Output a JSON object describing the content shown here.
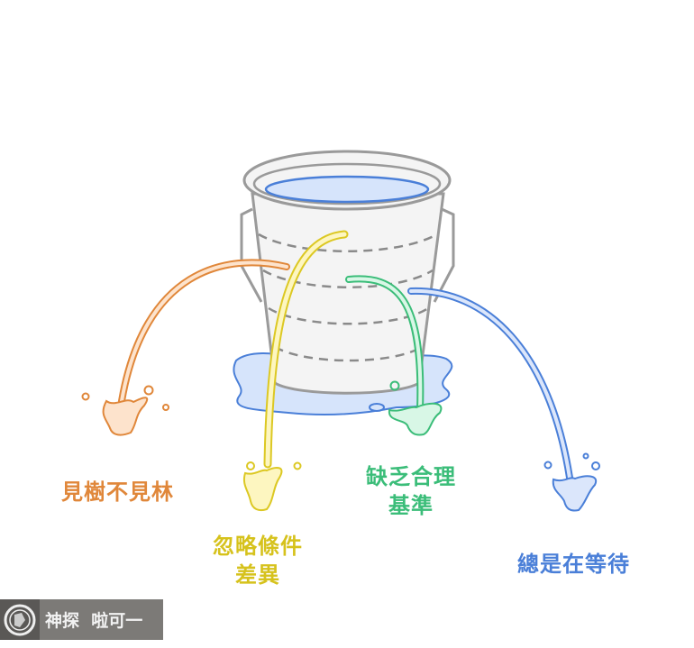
{
  "labels": {
    "orange": "見樹不見林",
    "yellow_line1": "忽略條件",
    "yellow_line2": "差異",
    "green_line1": "缺乏合理",
    "green_line2": "基準",
    "blue": "總是在等待"
  },
  "colors": {
    "orange": "#e0873a",
    "yellow": "#dcc823",
    "green": "#3bbd79",
    "blue": "#4a7fd8",
    "bucket": "#9a9a9a",
    "water": "#d6e4fb"
  },
  "watermark": {
    "text": "神探  啦可一"
  }
}
